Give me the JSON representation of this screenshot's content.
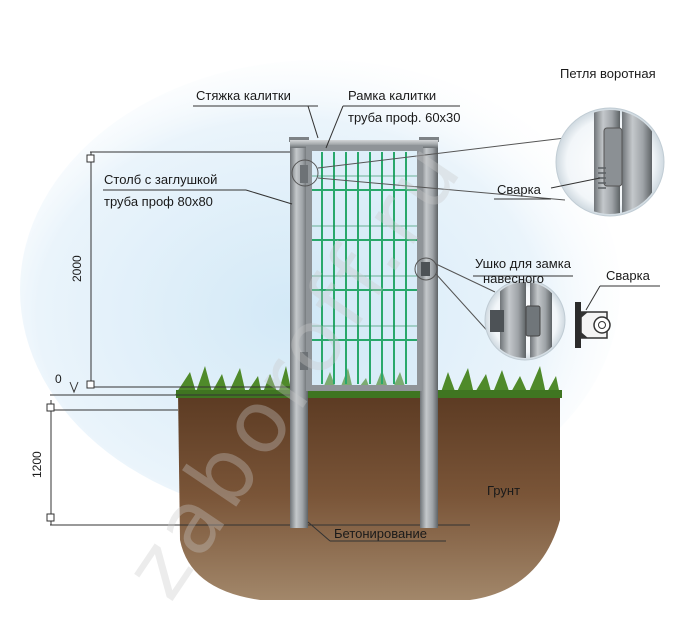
{
  "labels": {
    "gate_tie": "Стяжка калитки",
    "gate_frame_line1": "Рамка калитки",
    "gate_frame_line2": "труба проф. 60х30",
    "post_line1": "Столб с заглушкой",
    "post_line2": "труба проф 80х80",
    "hinge_title": "Петля воротная",
    "weld_hinge": "Сварка",
    "lug_line1": "Ушко для замка",
    "lug_line2": "навесного",
    "weld_lug": "Сварка",
    "soil": "Грунт",
    "concrete": "Бетонирование"
  },
  "dimensions": {
    "height_above": "2000",
    "depth_below": "1200",
    "zero_mark": "0"
  },
  "watermark": "zaboroff.ru",
  "colors": {
    "sky": "#d3e9f7",
    "soil": "#6e4a2e",
    "grass": "#4f8a2a",
    "metal": "#a0a4a8",
    "mesh": "#29a86b",
    "line": "#333333"
  }
}
